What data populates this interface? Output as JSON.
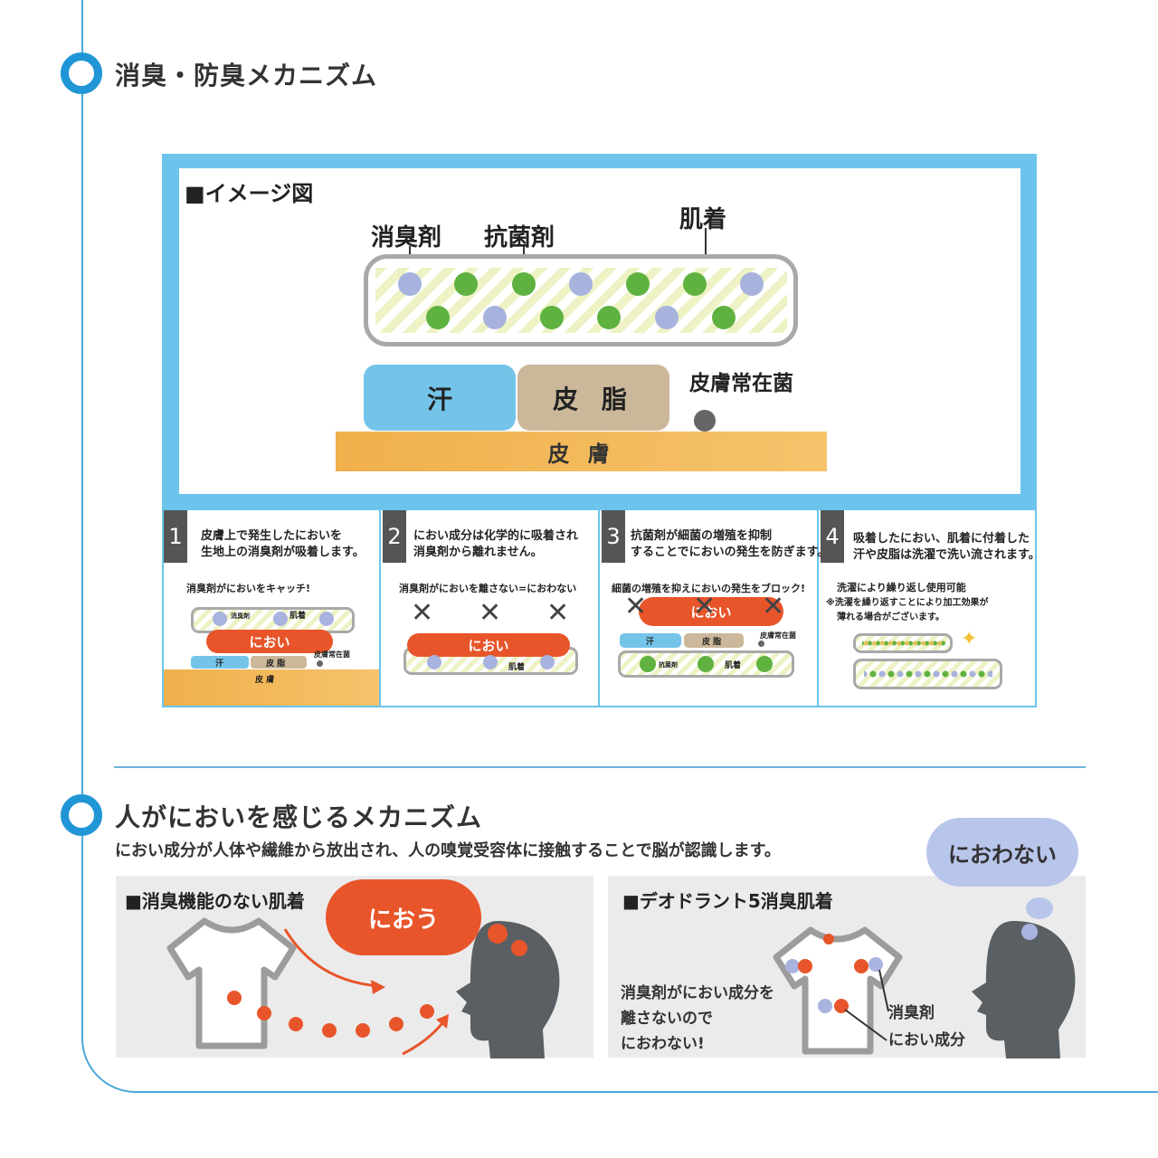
{
  "section1": {
    "title": "消臭・防臭メカニズム"
  },
  "diagram": {
    "heading": "■イメージ図",
    "label_deodorant": "消臭剤",
    "label_antibacterial": "抗菌剤",
    "label_innerwear": "肌着",
    "label_sweat": "汗",
    "label_sebum": "皮 脂",
    "label_bacteria": "皮膚常在菌",
    "label_skin": "皮 膚"
  },
  "steps": [
    {
      "num": "1",
      "line1": "皮膚上で発生したにおいを",
      "line2": "生地上の消臭剤が吸着します。",
      "sub": "消臭剤がにおいをキャッチ!",
      "mini": {
        "deodorant": "消臭剤",
        "innerwear": "肌着",
        "odor": "におい",
        "sweat": "汗",
        "sebum": "皮 脂",
        "bacteria": "皮膚常在菌",
        "skin": "皮 膚"
      }
    },
    {
      "num": "2",
      "line1": "におい成分は化学的に吸着され",
      "line2": "消臭剤から離れません。",
      "sub": "消臭剤がにおいを離さない=におわない",
      "mini": {
        "odor": "におい",
        "innerwear": "肌着"
      }
    },
    {
      "num": "3",
      "line1": "抗菌剤が細菌の増殖を抑制",
      "line2": "することでにおいの発生を防ぎます。",
      "sub": "細菌の増殖を抑えにおいの発生をブロック!",
      "mini": {
        "odor": "におい",
        "sweat": "汗",
        "sebum": "皮 脂",
        "bacteria": "皮膚常在菌",
        "antibacterial": "抗菌剤",
        "innerwear": "肌着"
      }
    },
    {
      "num": "4",
      "line1": "吸着したにおい、肌着に付着した",
      "line2": "汗や皮脂は洗濯で洗い流されます。",
      "sub1": "洗濯により繰り返し使用可能",
      "sub2": "※洗濯を繰り返すことにより加工効果が",
      "sub3": "薄れる場合がございます。"
    }
  ],
  "section2": {
    "title": "人がにおいを感じるメカニズム",
    "subtitle": "におい成分が人体や繊維から放出され、人の嗅覚受容体に接触することで脳が認識します。",
    "panel_left": {
      "title": "■消臭機能のない肌着",
      "cloud": "におう"
    },
    "panel_right": {
      "title": "■デオドラント5消臭肌着",
      "cloud": "におわない",
      "text1": "消臭剤がにおい成分を",
      "text2": "離さないので",
      "text3": "におわない!",
      "label_deodorant": "消臭剤",
      "label_odor": "におい成分"
    }
  },
  "colors": {
    "accent": "#2196d6",
    "sky": "#6cc4ec",
    "odor": "#e8552a",
    "green": "#5fb240",
    "lavender": "#a7b3dd",
    "skin": "#f0b04c",
    "sebum": "#cbb79a",
    "head": "#5a5f63"
  }
}
